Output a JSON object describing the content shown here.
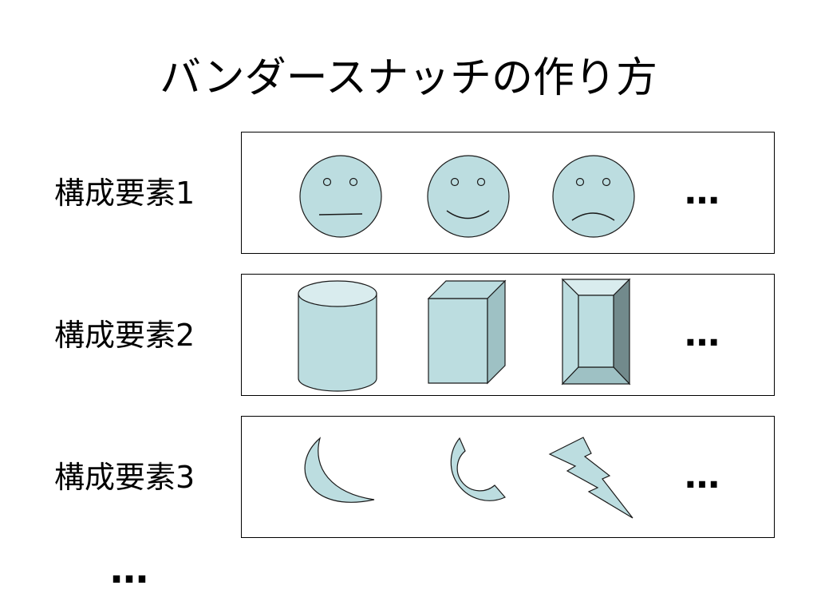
{
  "slide": {
    "title": "バンダースナッチの作り方",
    "more_rows": "…"
  },
  "rows": [
    {
      "label": "構成要素1",
      "items": [
        "neutral-face-icon",
        "smiling-face-icon",
        "frowning-face-icon"
      ],
      "more": "…"
    },
    {
      "label": "構成要素2",
      "items": [
        "cylinder-icon",
        "cube-icon",
        "bevel-icon"
      ],
      "more": "…"
    },
    {
      "label": "構成要素3",
      "items": [
        "moon-icon",
        "arc-icon",
        "lightning-bolt-icon"
      ],
      "more": "…"
    }
  ],
  "colors": {
    "shape_fill": "#bcdde0",
    "shape_stroke": "#1a1a1a",
    "shape_dark": "#9ec1c4",
    "shape_darker": "#728a8c",
    "shape_light": "#d9ecee"
  }
}
